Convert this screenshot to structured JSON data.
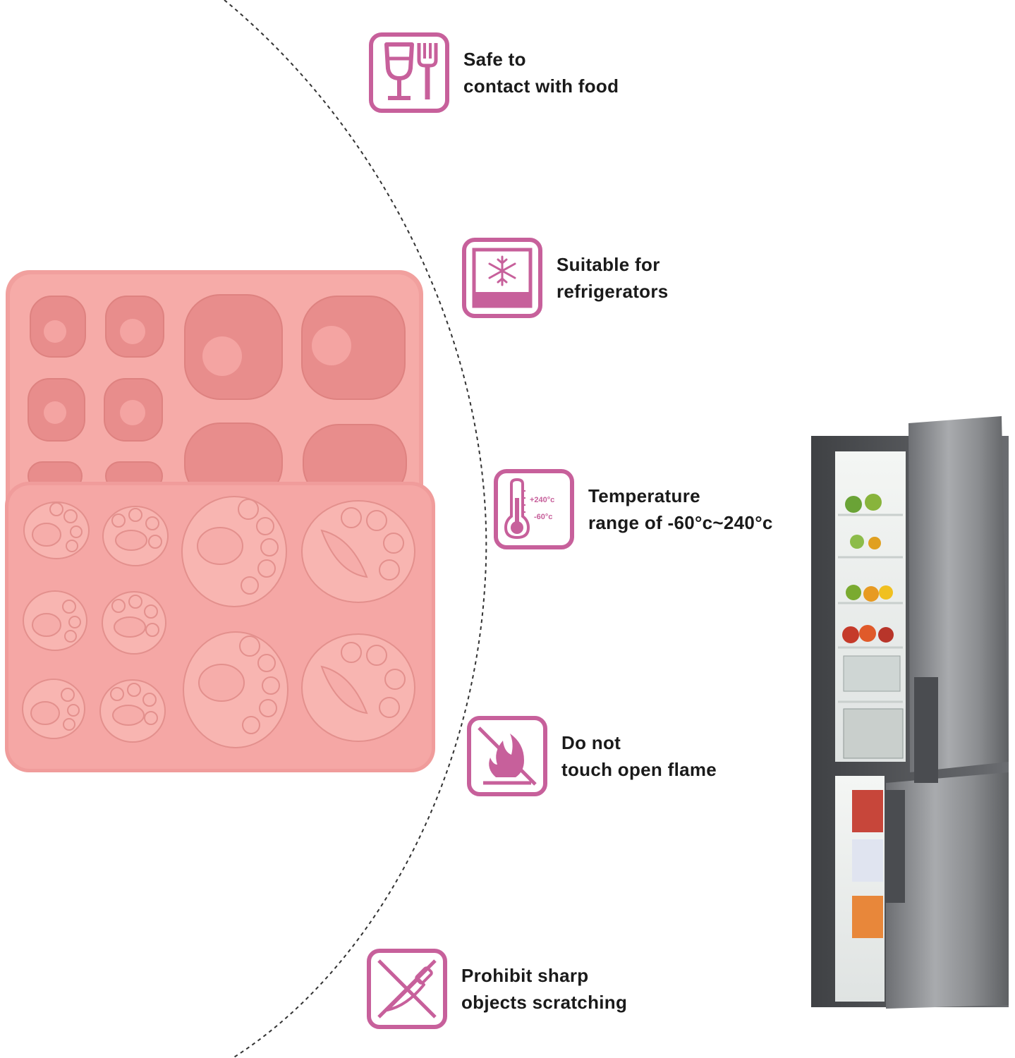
{
  "accent_color": "#c7609b",
  "product_color": "#f3a3a1",
  "features": {
    "food": {
      "line1": "Safe to",
      "line2": "contact with food",
      "icon": "food-safe-icon"
    },
    "fridge": {
      "line1": "Suitable for",
      "line2": "refrigerators",
      "icon": "snowflake-icon"
    },
    "temp": {
      "line1": "Temperature",
      "line2": "range of -60°c~240°c",
      "icon": "thermometer-icon",
      "max_label": "+240°c",
      "min_label": "-60°c"
    },
    "flame": {
      "line1": "Do not",
      "line2": "touch open flame",
      "icon": "no-flame-icon"
    },
    "sharp": {
      "line1": "Prohibit sharp",
      "line2": "objects scratching",
      "icon": "no-knife-icon"
    }
  }
}
